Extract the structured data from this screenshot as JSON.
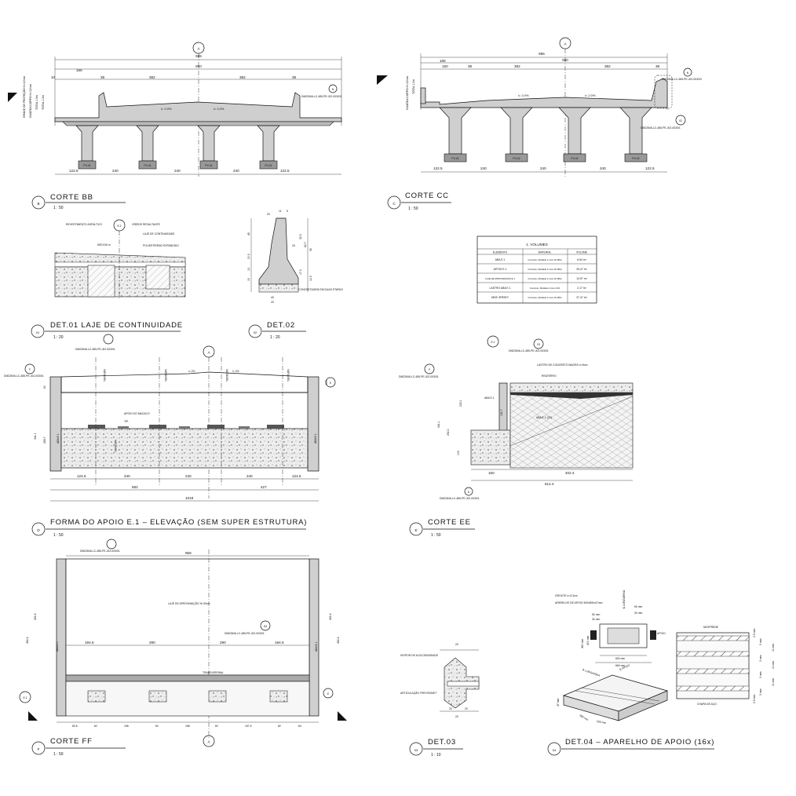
{
  "views": {
    "corte_bb": {
      "marker": "B",
      "title": "CORTE BB",
      "scale": "1 : 50",
      "axis": "A",
      "ref": "DM22846-LC-485-PE-J02-003/03",
      "ref_marker": "N",
      "top_dims": [
        "965",
        "950",
        "165",
        "38",
        "382",
        "382",
        "38",
        "10"
      ],
      "bottom_dims": [
        "122.5",
        "240",
        "240",
        "240",
        "122.5"
      ],
      "slopes": [
        "i= 2.0%",
        "i= 2.0%"
      ],
      "piers": [
        "PV-01",
        "PV-01",
        "PV-01",
        "PV-01"
      ],
      "side_labels": [
        "GRADE DE PROTEÇÃO H=120cm",
        "GUARDA CORPO H=120cm",
        "TOTAL 1.5m",
        "TOTAL 1.2m"
      ]
    },
    "corte_cc": {
      "marker": "C",
      "title": "CORTE CC",
      "scale": "1 : 50",
      "axis": "A",
      "ref": "DM22846-LC-485-PE-J02-003/03",
      "ref_marker": "N",
      "ref2": "DM22846-LC-485-PE-J02-003/01",
      "ref2_marker": "02",
      "top_dims": [
        "965",
        "950",
        "165",
        "150",
        "38",
        "382",
        "382",
        "38"
      ],
      "bottom_dims": [
        "122.5",
        "240",
        "240",
        "240",
        "122.5"
      ],
      "slopes": [
        "i= 2.0%",
        "i= 2.0%"
      ],
      "piers": [
        "PV-02",
        "PV-02",
        "PV-02",
        "PV-02"
      ],
      "side_labels": [
        "GUARDA CORPO H=120cm",
        "TOTAL 1.2m"
      ]
    },
    "det01": {
      "marker": "01",
      "title": "DET.01  LAJE  DE  CONTINUIDADE",
      "scale": "1 : 20",
      "callout": "E.2",
      "labels": [
        "REVESTIMENTO ASFÁLTICO",
        "GREIDE RESULTANTE",
        "LAJE DE CONTINUIDADE",
        "POLIESTIRENO EXPANDIDO",
        "Ø20.516 m"
      ]
    },
    "det02": {
      "marker": "02",
      "title": "DET.02",
      "scale": "1 : 20",
      "dims": [
        "20",
        "11",
        "5",
        "45",
        "20.5",
        "13",
        "15",
        "95",
        "62.7",
        "32.5",
        "15",
        "17.3",
        "12.5",
        "40",
        "20"
      ],
      "labels": [
        "CONCRETAGEM EM DUAS ETAPAS"
      ]
    },
    "volumes": {
      "title": "1. VOLUMES",
      "headers": [
        "ELEMENTO",
        "MATERIAL",
        "VOLUME"
      ],
      "rows": [
        [
          "ABA E.1",
          "Concreto, Moldado in loco 30 MPa",
          "6.64 m³"
        ],
        [
          "APOIO E.1",
          "Concreto, Moldado in loco 30 MPa",
          "25.47 m³"
        ],
        [
          "LAJE DE APROXIMAÇÃO E.1",
          "Concreto, Moldado in loco 30 MPa",
          "14.57 m³"
        ],
        [
          "LASTRO ABA E.1",
          "Concreto, Moldado in loco C10",
          "2.17 m³"
        ],
        [
          "NEW JERSEY",
          "Concreto, Moldado in loco 30 MPa",
          "37.47 m³"
        ]
      ]
    },
    "forma_d": {
      "marker": "D",
      "title": "FORMA  DO  APOIO  E.1  –  ELEVAÇÃO   (SEM  SUPER  ESTRUTURA)",
      "scale": "1 : 50",
      "axis": "A",
      "ref": "DM22846-LC-485-PE-J02-003/01",
      "ref_left": "DM22846-LC-485-PE-J02-003/01",
      "marker_e": "E",
      "marker_f": "F",
      "labels": [
        "APOIO DO MACACO",
        "TIP.",
        "ABA E.1",
        "ABA E.1",
        "i= 2%",
        "i= 2%"
      ],
      "axis_labels": [
        "VARIÁVEL",
        "VARIÁVEL",
        "VARIÁVEL",
        "VARIÁVEL",
        "VARIÁVEL"
      ],
      "dims_row1": [
        "124.5",
        "240",
        "240",
        "240",
        "124.5"
      ],
      "dims_row2": [
        "592",
        "427"
      ],
      "dims_row3": [
        "1019"
      ],
      "vert_dims": [
        "341.1",
        "289.7",
        "105",
        "60"
      ]
    },
    "corte_ee": {
      "marker": "E",
      "title": "CORTE EE",
      "scale": "1 : 50",
      "callout": "E.1",
      "ref_marker": "03",
      "ref": "DM22846-LC-485-PE-J02-003/01",
      "ref_left": "DM22846-LC-485-PE-J02-003/01",
      "ref_bottom": "DM22846-LC-485-PE-J02-003/01",
      "marker_f": "F",
      "marker_d": "D",
      "labels": [
        "LASTRO DE CONCRETO MAGRO e=5cm",
        "REATERRO",
        "ABA E.1",
        "ABA E.1 (2X)"
      ],
      "dims": [
        "160",
        "402.4",
        "612.4",
        "341.1",
        "292.2",
        "105",
        "141.7",
        "225.1"
      ]
    },
    "corte_ff": {
      "marker": "F",
      "title": "CORTE FF",
      "scale": "1 : 50",
      "axis": "A",
      "ref": "DM22846-LC-485-PE-J02-003/01",
      "ref_d4": "D4",
      "ref_d4_code": "DM22846-LC-485-PE-J02-003/01",
      "callout": "E.1",
      "marker_e": "E",
      "labels": [
        "LAJE DE APROXIMAÇÃO H=30cm",
        "TRANSVERSINA",
        "ABA E.1",
        "ABA E.1"
      ],
      "top_dim": "959",
      "mid_dims": [
        "194.5",
        "290",
        "290",
        "194.5"
      ],
      "bottom_dims": [
        "83.5",
        "82",
        "158",
        "82",
        "158",
        "82",
        "157.5",
        "82",
        "84"
      ],
      "side_dims": [
        "452.4",
        "492.4",
        "452.4",
        "492.4"
      ]
    },
    "det03": {
      "marker": "03",
      "title": "DET.03",
      "scale": "1 : 10",
      "labels": [
        "ISOPOR DE ALTA DENSIDADE",
        "ARTICULAÇÃO FREYSSINET"
      ],
      "dims": [
        "20",
        "20",
        "20",
        "20"
      ]
    },
    "det04": {
      "marker": "04",
      "title": "DET.04  –  APARELHO  DE  APOIO  (16x)",
      "labels": [
        "GROUTE e=3.3cm",
        "APARELHO DE APOIO 300x500x47mm",
        "NEOPRENE",
        "CHAPA DE AÇO",
        "℄ APOIO",
        "℄ LONGARINA",
        "℄ APOIO",
        "℄ LONGARINA"
      ],
      "dims": [
        "50 mm",
        "30 mm",
        "50 mm",
        "30 mm",
        "600 mm",
        "660 mm",
        "400 mm",
        "460 mm",
        "500 mm",
        "300 mm",
        "47 mm"
      ],
      "layer_dims": [
        "2.5 mm",
        "3 mm",
        "11 mm",
        "3 mm",
        "11 mm",
        "3 mm",
        "11 mm",
        "3 mm",
        "2.5 mm"
      ]
    }
  }
}
